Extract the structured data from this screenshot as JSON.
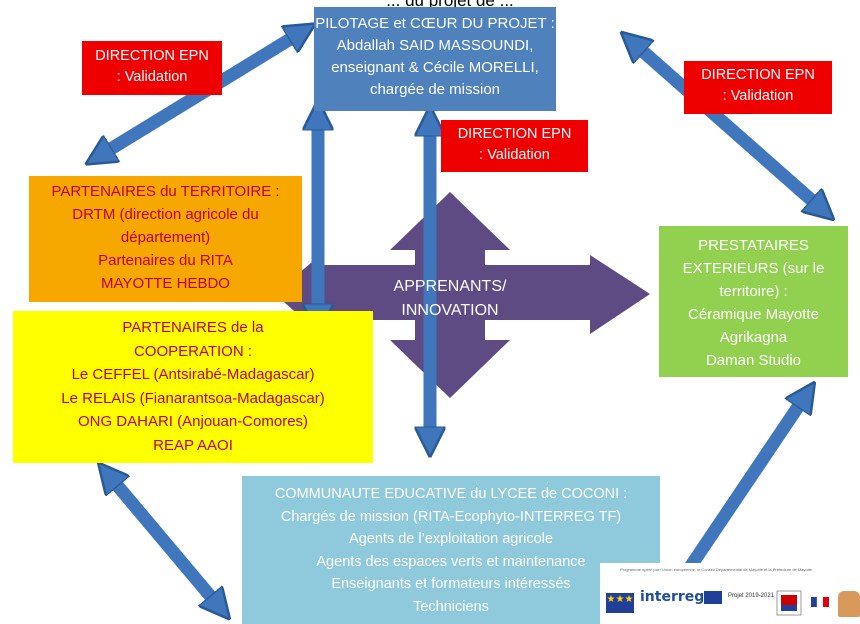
{
  "header_partial": "... du projet de ...",
  "nodes": {
    "pilotage": [
      "PILOTAGE et CŒUR DU PROJET :",
      "Abdallah SAID MASSOUNDI,",
      "enseignant & Cécile MORELLI,",
      "chargée de mission"
    ],
    "direction_left": [
      "DIRECTION EPN",
      ": Validation"
    ],
    "direction_center": [
      "DIRECTION EPN",
      ": Validation"
    ],
    "direction_right": [
      "DIRECTION EPN",
      ": Validation"
    ],
    "territoire": [
      "PARTENAIRES  du TERRITOIRE :",
      "DRTM (direction agricole du",
      "département)",
      "Partenaires du RITA",
      "MAYOTTE HEBDO"
    ],
    "cooperation": [
      "PARTENAIRES  de la",
      "COOPERATION :",
      "Le CEFFEL (Antsirabé-Madagascar)",
      "Le RELAIS (Fianarantsoa-Madagascar)",
      "ONG DAHARI (Anjouan-Comores)",
      "REAP AAOI"
    ],
    "prestataires": [
      "PRESTATAIRES",
      "EXTERIEURS (sur le",
      "territoire)  :",
      "Céramique Mayotte",
      "Agrikagna",
      "Daman Studio"
    ],
    "communaute": [
      "COMMUNAUTE EDUCATIVE  du LYCEE de COCONI :",
      "Chargés de mission (RITA-Ecophyto-INTERREG TF)",
      "Agents de l’exploitation agricole",
      "Agents des espaces verts et maintenance",
      "Enseignants et formateurs intéressés",
      "Techniciens"
    ],
    "center": [
      "APPRENANTS/",
      "INNOVATION"
    ]
  },
  "logos": {
    "fine_print": "Programme opéré par l’Union européenne, le Conseil Départemental de Mayotte et la Préfecture de Mayotte",
    "interreg": "interreg",
    "projet": "Projet 2019-2021"
  },
  "colors": {
    "blue_box": "#4f81bd",
    "red_box": "#ee0000",
    "orange_box": "#f6a800",
    "yellow_box": "#ffff00",
    "green_box": "#92d050",
    "lightblue_box": "#8fc9dc",
    "purple_cross": "#5e4b84",
    "arrow_blue": "#3f76bc"
  }
}
